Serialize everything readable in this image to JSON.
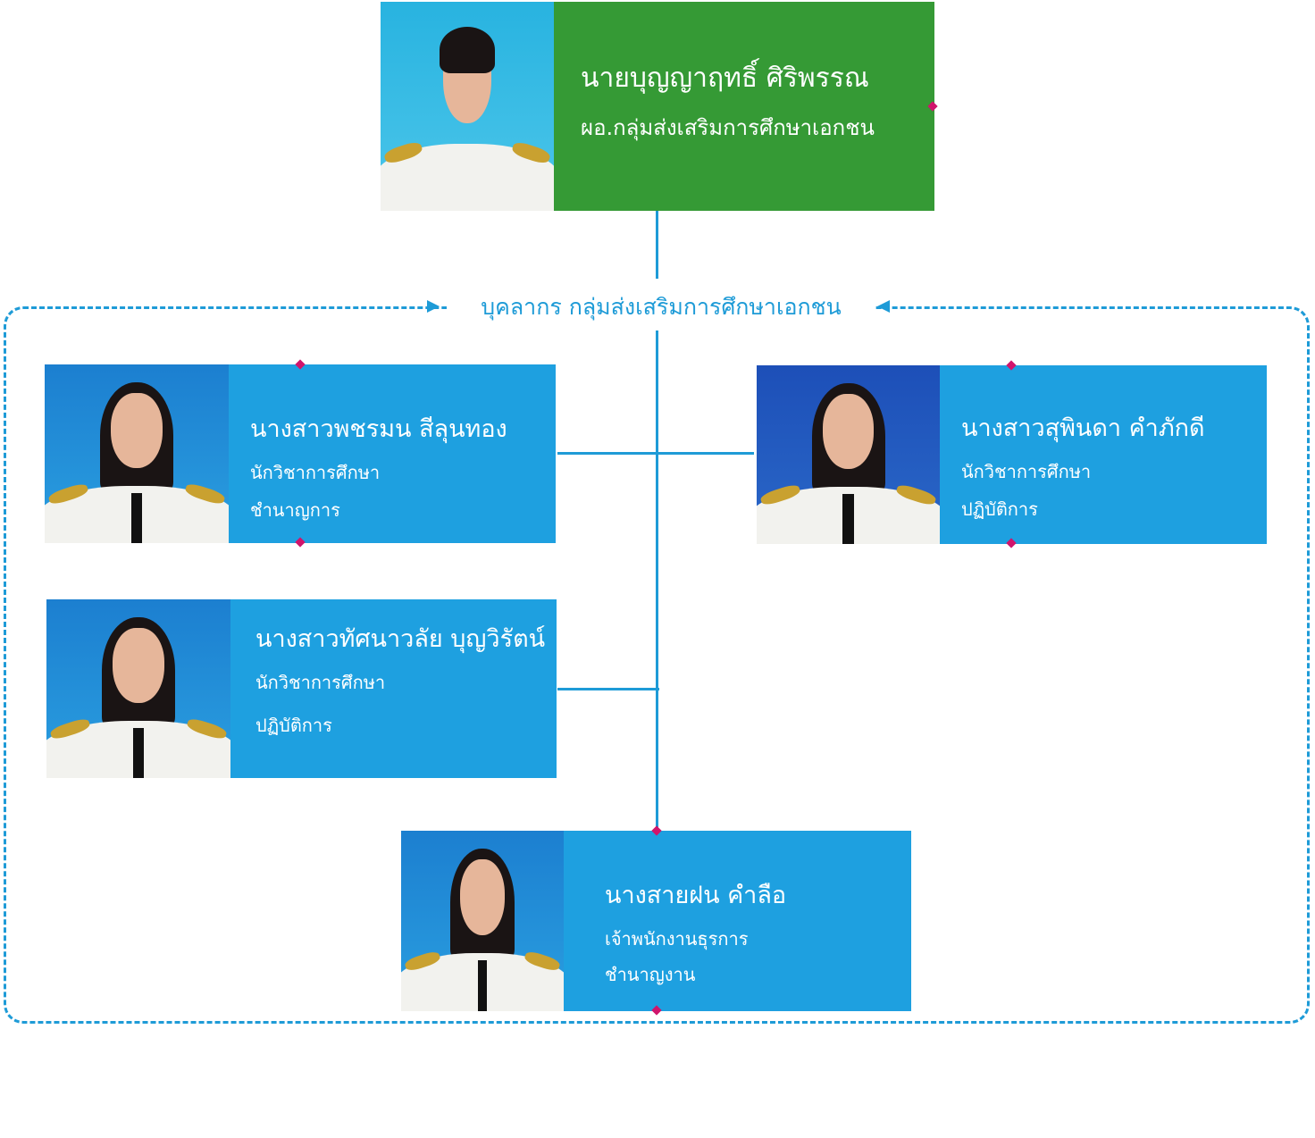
{
  "colors": {
    "head_box": "#359a35",
    "staff_box": "#1ea0e0",
    "connector": "#1e9bd7",
    "marker": "#d0156c"
  },
  "head": {
    "name": "นายบุญญาฤทธิ์ ศิริพรรณ",
    "position": "ผอ.กลุ่มส่งเสริมการศึกษาเอกชน"
  },
  "group_title": "บุคลากร กลุ่มส่งเสริมการศึกษาเอกชน",
  "staff": [
    {
      "name": "นางสาวพชรมน สีลุนทอง",
      "position": "นักวิชาการศึกษา",
      "level": "ชำนาญการ"
    },
    {
      "name": "นางสาวสุพินดา คำภักดี",
      "position": "นักวิชาการศึกษา",
      "level": "ปฏิบัติการ"
    },
    {
      "name": "นางสาวทัศนาวลัย บุญวิรัตน์",
      "position": "นักวิชาการศึกษา",
      "level": "ปฏิบัติการ"
    },
    {
      "name": "นางสายฝน คำลือ",
      "position": "เจ้าพนักงานธุรการ",
      "level": "ชำนาญงาน"
    }
  ]
}
